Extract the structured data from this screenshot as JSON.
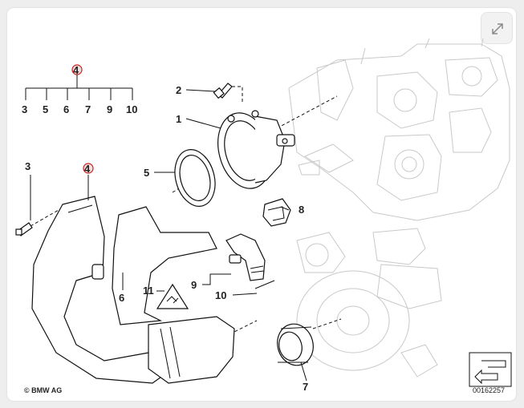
{
  "callouts": {
    "c1": "1",
    "c2": "2",
    "c3_top": "3",
    "c3_left": "3",
    "c4_top": "4",
    "c4_left": "4",
    "c5_top": "5",
    "c5_mid": "5",
    "c6_top": "6",
    "c6_mid": "6",
    "c7_top": "7",
    "c7_bottom": "7",
    "c8": "8",
    "c9_top": "9",
    "c9_mid": "9",
    "c10_top": "10",
    "c10_mid": "10",
    "c11": "11"
  },
  "footer": {
    "copyright": "© BMW AG",
    "diagram_number": "00162257"
  },
  "colors": {
    "highlight": "#cc2222",
    "callout_bg": "#f6dddd"
  },
  "icons": {
    "expand": "expand-arrows-icon",
    "warning": "warning-triangle-icon"
  }
}
